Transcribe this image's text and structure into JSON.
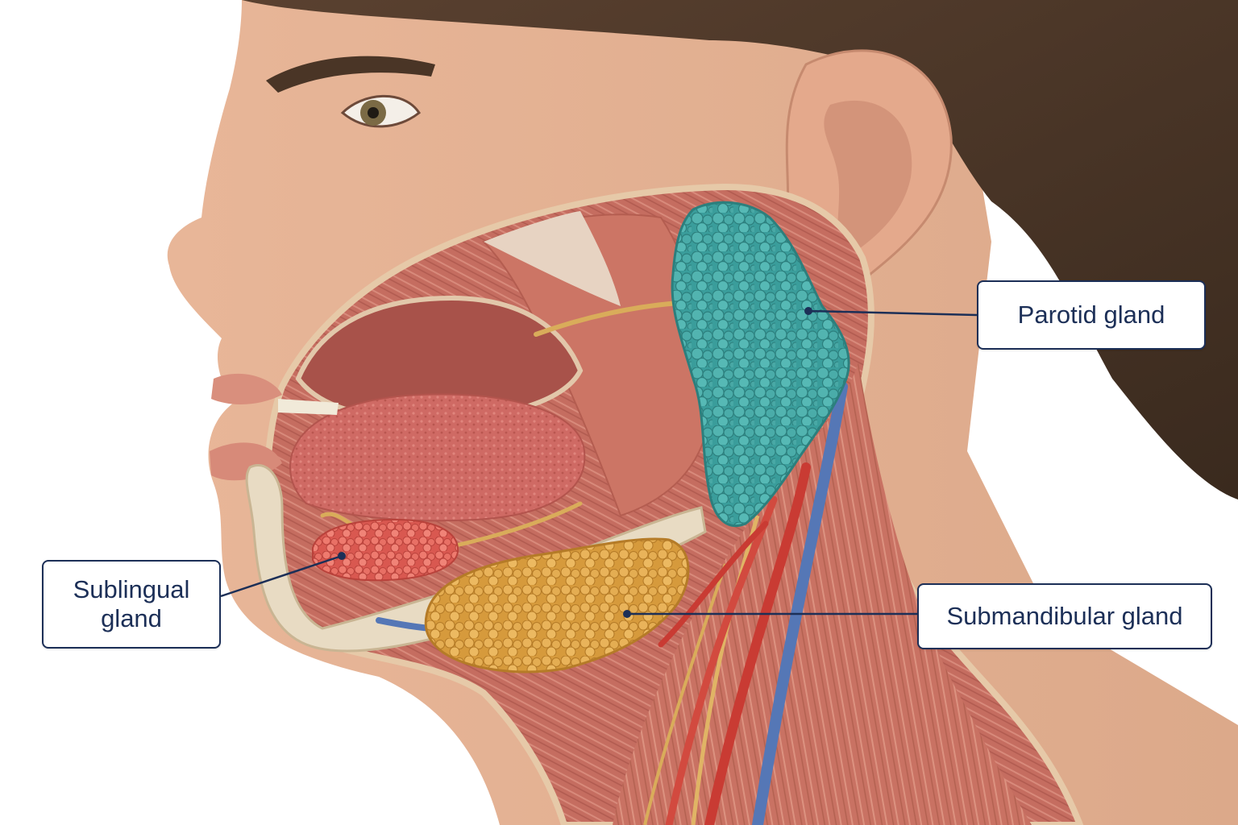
{
  "labels": {
    "parotid": "Parotid gland",
    "sublingual": "Sublingual gland",
    "submandibular": "Submandibular gland"
  },
  "colors": {
    "parotid_gland": "#3fa4a2",
    "submandibular_gland": "#e0a94a",
    "sublingual_gland": "#e4685d",
    "muscle": "#c86f62",
    "skin": "#e7b396",
    "hair": "#4a3526",
    "artery": "#c93b33",
    "vein": "#5577b6",
    "nerve": "#d9ac5a",
    "bone": "#e7dac2",
    "label_border": "#1c2f57",
    "label_text": "#1c2f57"
  }
}
